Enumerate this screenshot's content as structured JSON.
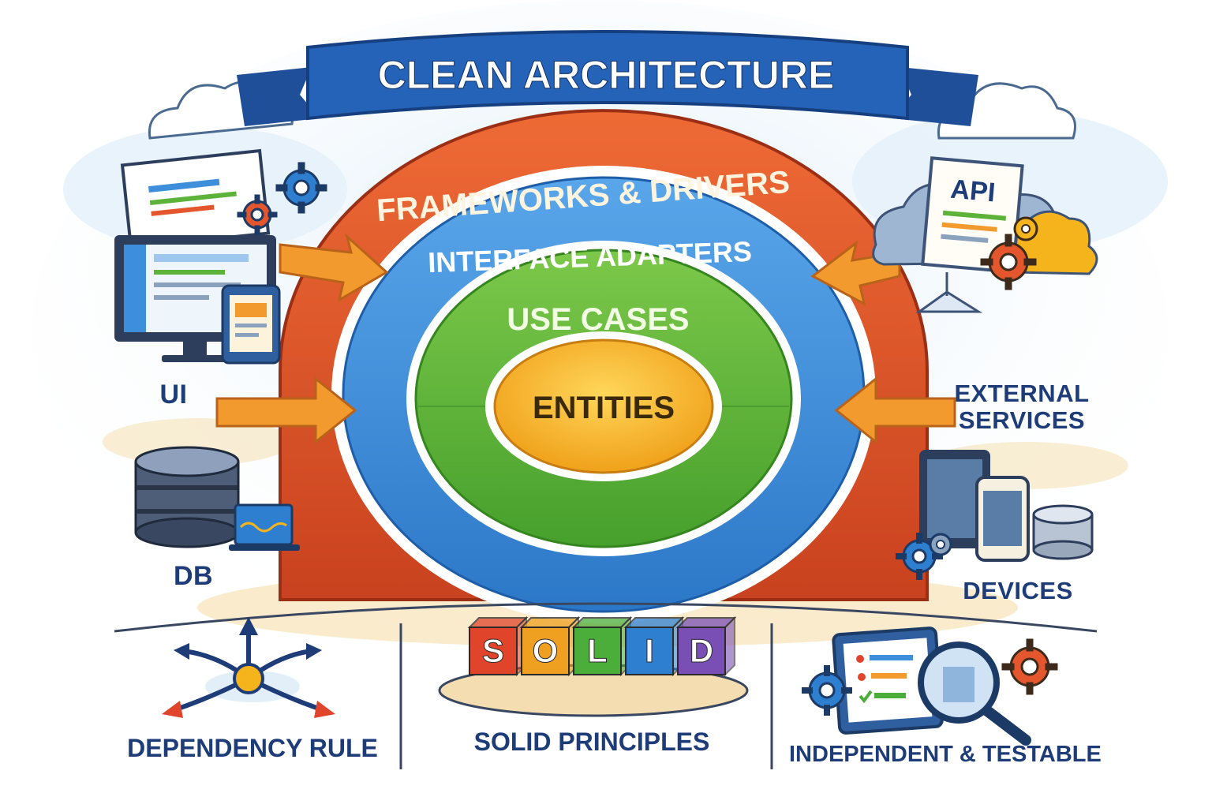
{
  "title": "CLEAN ARCHITECTURE",
  "layers": {
    "outer": "FRAMEWORKS & DRIVERS",
    "adapters": "INTERFACE ADAPTERS",
    "use_cases": "USE CASES",
    "core": "ENTITIES"
  },
  "side_labels": {
    "ui": "UI",
    "db": "DB",
    "api": "API",
    "external": "EXTERNAL\nSERVICES",
    "devices": "DEVICES"
  },
  "bottom": {
    "dependency_rule": "DEPENDENCY RULE",
    "solid_principles": "SOLID PRINCIPLES",
    "independent_testable": "INDEPENDENT & TESTABLE"
  },
  "solid_blocks": [
    "S",
    "O",
    "L",
    "I",
    "D"
  ],
  "colors": {
    "title_banner": "#2563b8",
    "outer_ring": "#e4572e",
    "adapters_ring": "#3d8fdc",
    "use_cases_ring": "#5db33a",
    "core": "#f5b41c",
    "label_text": "#1d3c78",
    "arrow": "#f29a2e",
    "solid_s": "#e0452b",
    "solid_o": "#f0a020",
    "solid_l": "#4cae3a",
    "solid_i": "#2f7fd0",
    "solid_d": "#7a4fb5"
  },
  "icons": [
    "gear-icon",
    "monitor-icon",
    "tablet-icon",
    "database-icon",
    "laptop-icon",
    "cloud-icon",
    "api-document-icon",
    "phone-icon",
    "magnifier-icon",
    "checklist-icon",
    "hub-arrows-icon"
  ]
}
